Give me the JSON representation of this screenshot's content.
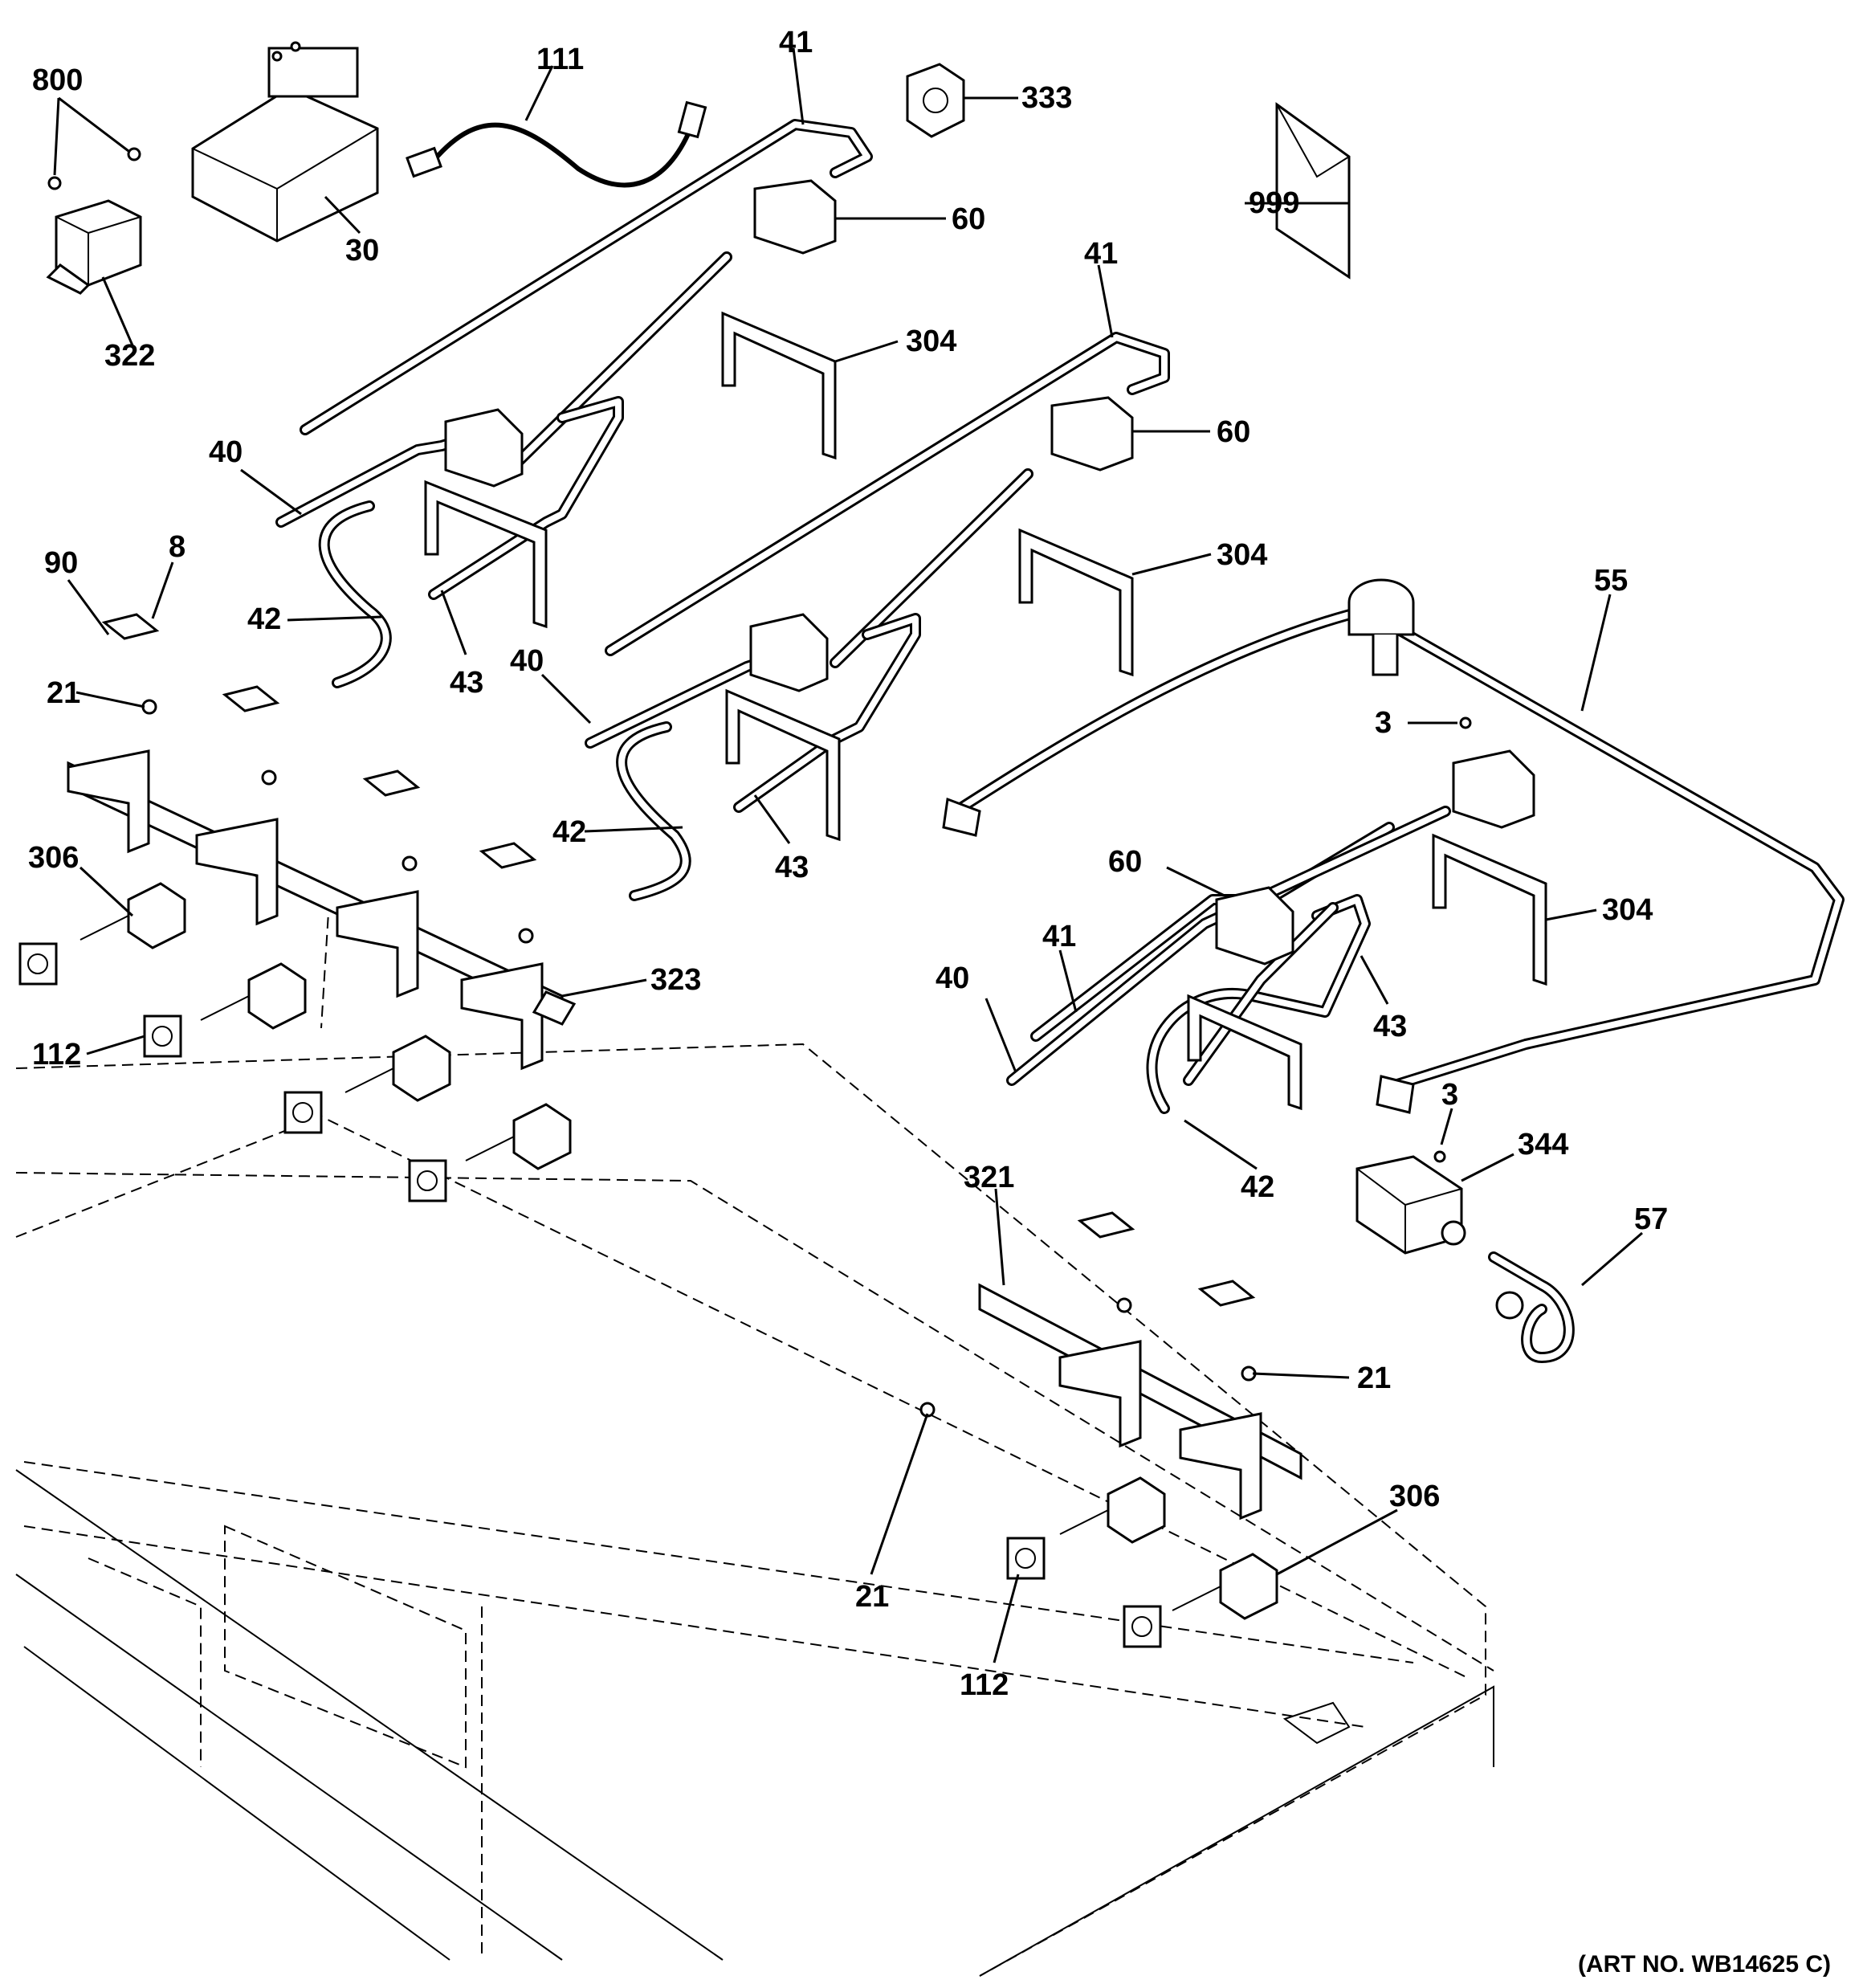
{
  "diagram": {
    "callouts": [
      "800",
      "111",
      "41",
      "333",
      "30",
      "322",
      "60",
      "999",
      "41",
      "304",
      "60",
      "40",
      "90",
      "8",
      "42",
      "43",
      "304",
      "55",
      "40",
      "21",
      "3",
      "306",
      "42",
      "43",
      "60",
      "304",
      "41",
      "40",
      "43",
      "323",
      "112",
      "42",
      "3",
      "344",
      "321",
      "57",
      "21",
      "21",
      "306",
      "112"
    ],
    "art_number": "(ART NO. WB14625 C)"
  }
}
